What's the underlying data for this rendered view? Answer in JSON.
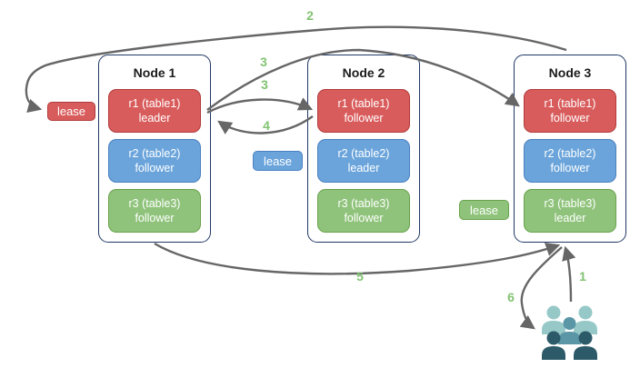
{
  "diagram_title": "replica-lease-flow-diagram",
  "palette": {
    "red_fill": "#d95c5c",
    "red_border": "#b23b3b",
    "blue_fill": "#6aa4db",
    "blue_border": "#4b80c0",
    "green_fill": "#8fc37b",
    "green_border": "#68a24c",
    "node_border": "#1f3864",
    "arrow": "#666666",
    "step_label": "#82c372",
    "users_light": "#96c8c8",
    "users_mid": "#5a96a5",
    "users_dark": "#2d5a69"
  },
  "nodes": [
    {
      "title": "Node 1",
      "replicas": [
        {
          "line1": "r1 (table1)",
          "line2": "leader",
          "color": "red"
        },
        {
          "line1": "r2 (table2)",
          "line2": "follower",
          "color": "blue"
        },
        {
          "line1": "r3 (table3)",
          "line2": "follower",
          "color": "green"
        }
      ]
    },
    {
      "title": "Node 2",
      "replicas": [
        {
          "line1": "r1 (table1)",
          "line2": "follower",
          "color": "red"
        },
        {
          "line1": "r2 (table2)",
          "line2": "leader",
          "color": "blue"
        },
        {
          "line1": "r3 (table3)",
          "line2": "follower",
          "color": "green"
        }
      ]
    },
    {
      "title": "Node 3",
      "replicas": [
        {
          "line1": "r1 (table1)",
          "line2": "follower",
          "color": "red"
        },
        {
          "line1": "r2 (table2)",
          "line2": "follower",
          "color": "blue"
        },
        {
          "line1": "r3 (table3)",
          "line2": "leader",
          "color": "green"
        }
      ]
    }
  ],
  "leases": [
    {
      "label": "lease",
      "color": "red"
    },
    {
      "label": "lease",
      "color": "blue"
    },
    {
      "label": "lease",
      "color": "green"
    }
  ],
  "steps": {
    "s1": "1",
    "s2": "2",
    "s3a": "3",
    "s3b": "3",
    "s4": "4",
    "s5": "5",
    "s6": "6"
  }
}
